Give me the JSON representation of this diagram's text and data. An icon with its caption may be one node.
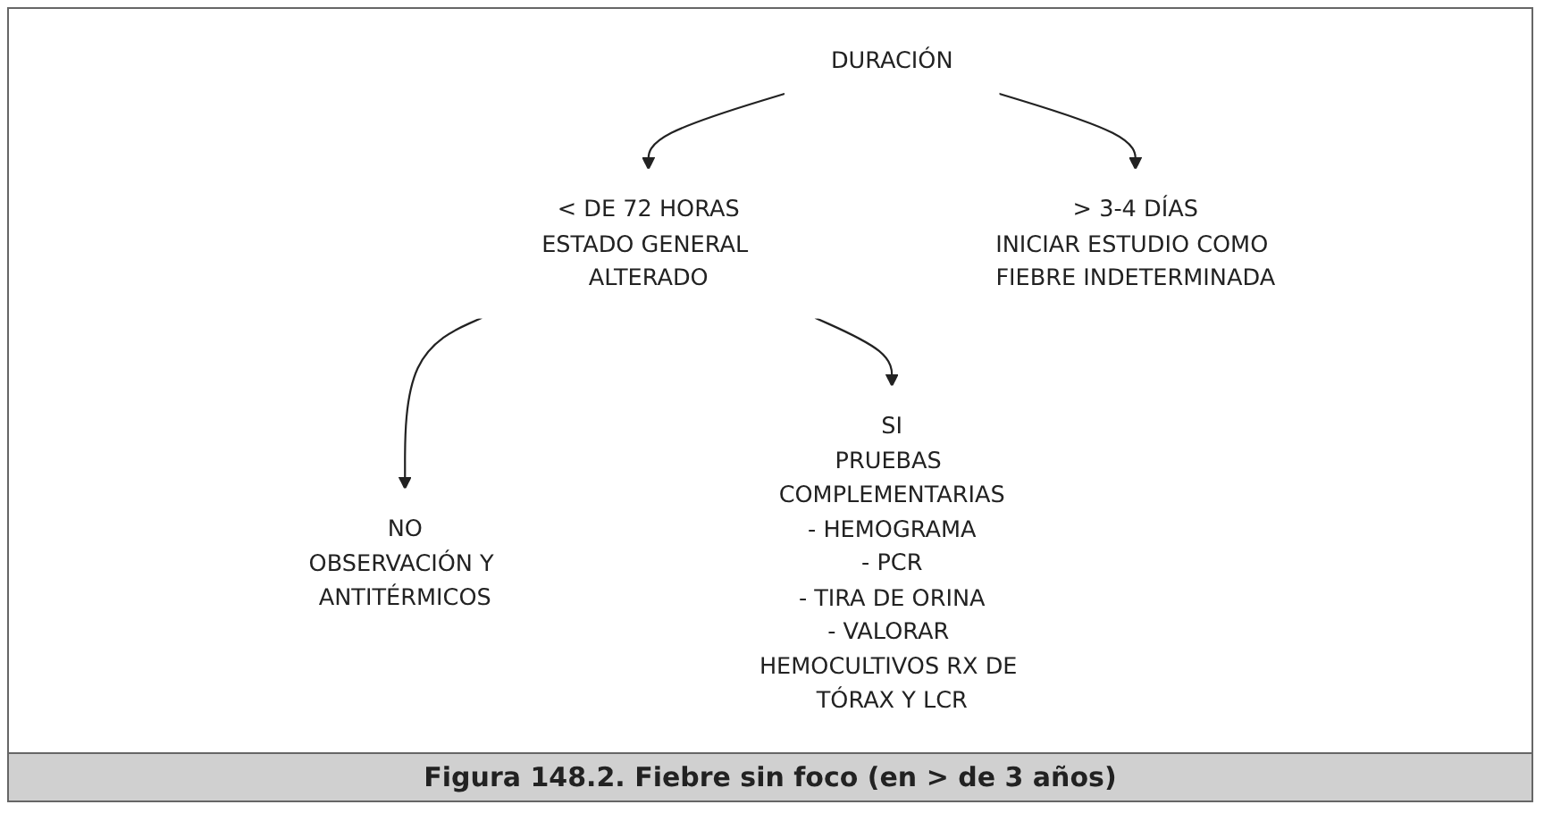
{
  "diagram": {
    "caption": "Figura 148.2. Fiebre sin foco (en > de 3 años)",
    "nodes": [
      {
        "text": [
          "DURACIÓN"
        ]
      },
      {
        "text": [
          "< DE 72 HORAS",
          "ESTADO GENERAL ALTERADO"
        ]
      },
      {
        "text": [
          "> 3-4 DÍAS",
          "INICIAR ESTUDIO COMO FIEBRE INDETERMINADA"
        ]
      },
      {
        "text": [
          "NO",
          "OBSERVACIÓN Y ANTITÉRMICOS"
        ]
      },
      {
        "text": [
          "SI",
          "PRUEBAS COMPLEMENTARIAS",
          "- HEMOGRAMA",
          "- PCR",
          "- TIRA DE ORINA",
          "- VALORAR HEMOCULTIVOS RX DE TÓRAX Y LCR"
        ]
      }
    ],
    "edges": [
      {
        "from": 0,
        "to": 1,
        "arrow": "to"
      },
      {
        "from": 0,
        "to": 2,
        "arrow": "to"
      },
      {
        "from": 1,
        "to": 3,
        "arrow": "to"
      },
      {
        "from": 1,
        "to": 4,
        "arrow": "to"
      }
    ]
  }
}
